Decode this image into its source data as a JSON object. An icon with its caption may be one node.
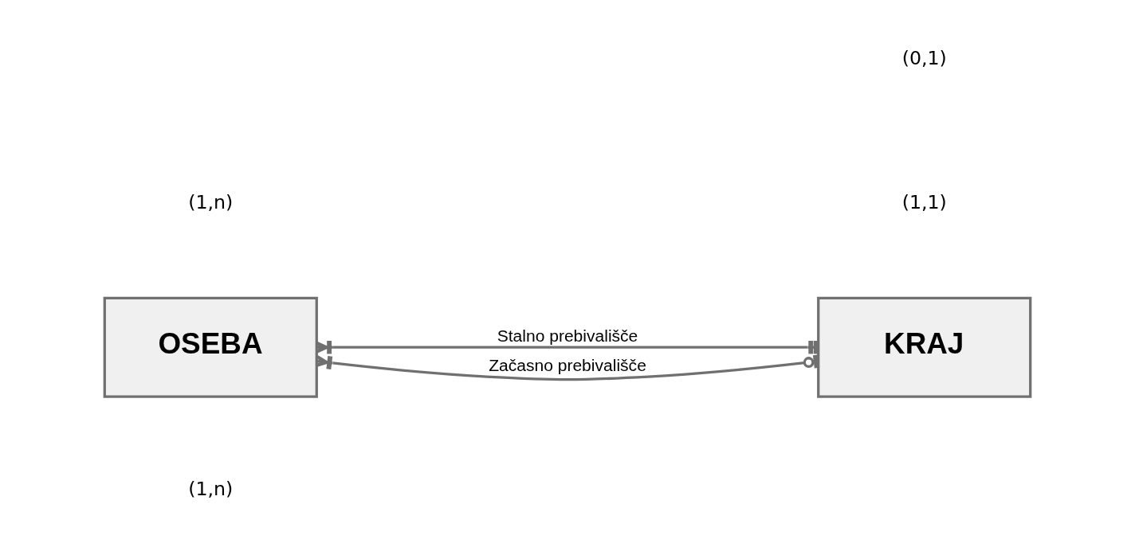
{
  "diagram": {
    "nodes": [
      {
        "text": [
          "OSEBA"
        ]
      },
      {
        "text": [
          "KRAJ"
        ]
      }
    ],
    "edges": [
      {
        "from": 0,
        "to": 1,
        "arrow": "other",
        "label": "Stalno prebivališče"
      },
      {
        "from": 0,
        "to": 1,
        "arrow": "other",
        "label": "Začasno prebivališče"
      }
    ],
    "labels": [
      "(1,n)",
      "(1,1)",
      "(1,n)",
      "(0,1)"
    ]
  }
}
